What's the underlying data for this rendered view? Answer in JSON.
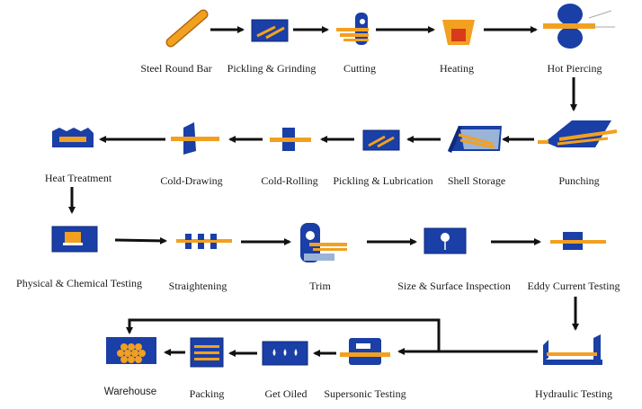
{
  "colors": {
    "blue": "#1a3fa6",
    "dark_blue": "#0f2a7a",
    "orange": "#f2a020",
    "red": "#d93a1c",
    "arrow": "#111111"
  },
  "steps": {
    "steel_round_bar": "Steel Round Bar",
    "pickling_grinding": "Pickling & Grinding",
    "cutting": "Cutting",
    "heating": "Heating",
    "hot_piercing": "Hot Piercing",
    "punching": "Punching",
    "shell_storage": "Shell Storage",
    "pickling_lubrication": "Pickling & Lubrication",
    "cold_rolling": "Cold-Rolling",
    "cold_drawing": "Cold-Drawing",
    "heat_treatment": "Heat Treatment",
    "physical_chemical_testing": "Physical & Chemical Testing",
    "straightening": "Straightening",
    "trim": "Trim",
    "size_surface_inspection": "Size & Surface Inspection",
    "eddy_current_testing": "Eddy Current Testing",
    "hydraulic_testing": "Hydraulic Testing",
    "supersonic_testing": "Supersonic Testing",
    "get_oiled": "Get Oiled",
    "packing": "Packing",
    "warehouse": "Warehouse"
  }
}
